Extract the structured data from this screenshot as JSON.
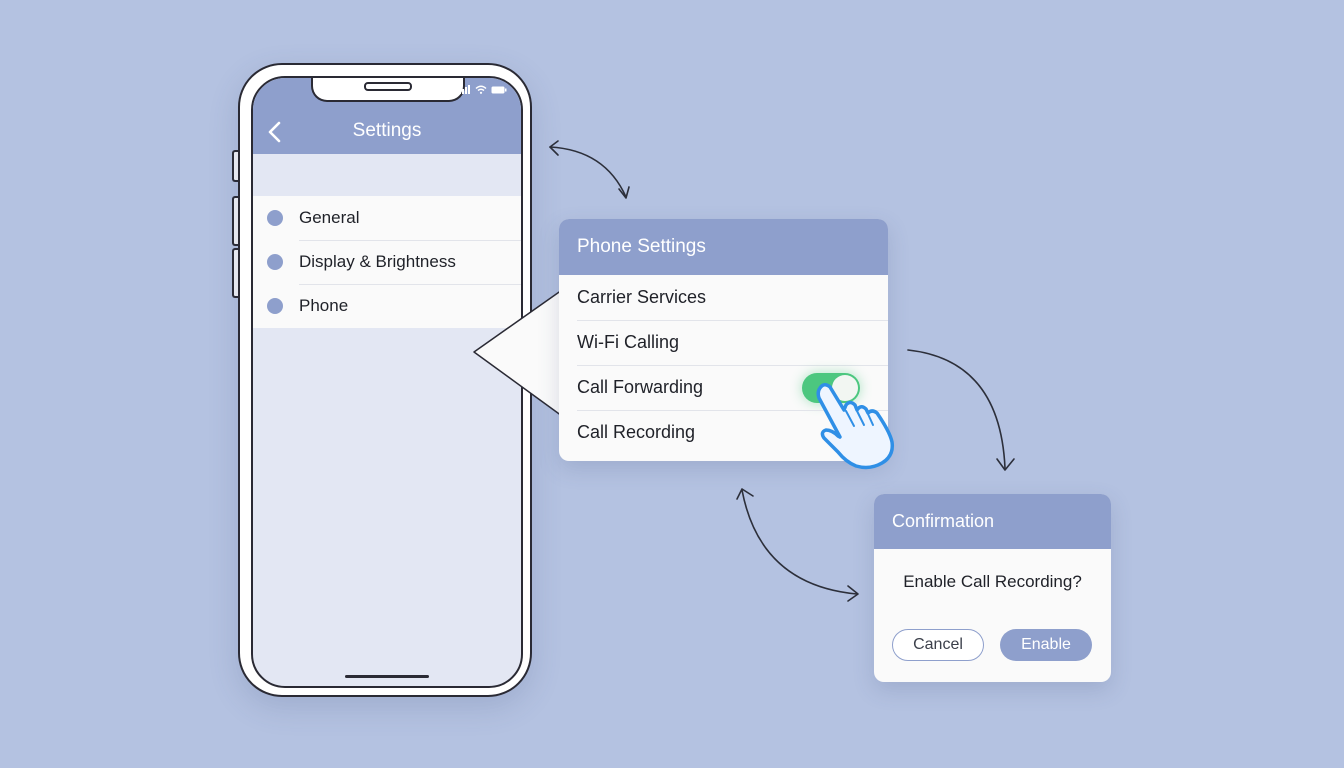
{
  "phone": {
    "header_title": "Settings",
    "status_icons": [
      "signal-icon",
      "wifi-icon",
      "battery-icon"
    ],
    "menu": [
      {
        "label": "General"
      },
      {
        "label": "Display & Brightness"
      },
      {
        "label": "Phone"
      }
    ]
  },
  "phone_settings": {
    "title": "Phone Settings",
    "items": [
      {
        "label": "Carrier Services"
      },
      {
        "label": "Wi-Fi Calling"
      },
      {
        "label": "Call Forwarding",
        "toggle_on": true
      },
      {
        "label": "Call Recording"
      }
    ]
  },
  "confirmation": {
    "title": "Confirmation",
    "message": "Enable Call Recording?",
    "cancel_label": "Cancel",
    "enable_label": "Enable"
  },
  "colors": {
    "background": "#b4c2e1",
    "header": "#8e9fcc",
    "toggle_on": "#4cc77f",
    "hand_outline": "#2f8fe6"
  }
}
